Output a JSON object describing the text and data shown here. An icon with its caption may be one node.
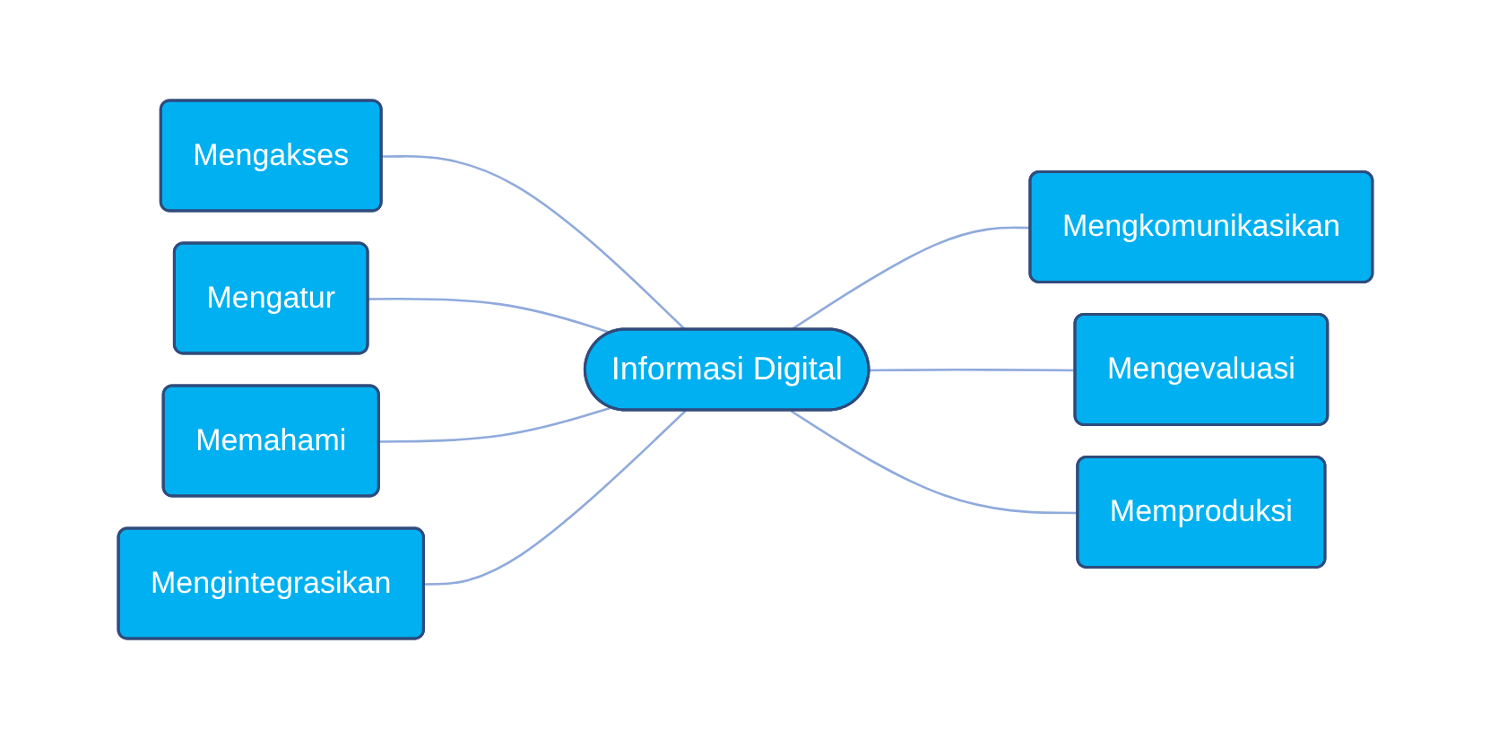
{
  "diagram": {
    "nodes": [
      {
        "text": [
          "Informasi Digital"
        ]
      },
      {
        "text": [
          "Mengakses"
        ]
      },
      {
        "text": [
          "Mengatur"
        ]
      },
      {
        "text": [
          "Memahami"
        ]
      },
      {
        "text": [
          "Mengintegrasikan"
        ]
      },
      {
        "text": [
          "Mengkomunikasikan"
        ]
      },
      {
        "text": [
          "Mengevaluasi"
        ]
      },
      {
        "text": [
          "Memproduksi"
        ]
      }
    ],
    "edges": [
      {
        "from": 1,
        "to": 0,
        "arrow": "none"
      },
      {
        "from": 2,
        "to": 0,
        "arrow": "none"
      },
      {
        "from": 3,
        "to": 0,
        "arrow": "none"
      },
      {
        "from": 4,
        "to": 0,
        "arrow": "none"
      },
      {
        "from": 0,
        "to": 5,
        "arrow": "none"
      },
      {
        "from": 0,
        "to": 6,
        "arrow": "none"
      },
      {
        "from": 0,
        "to": 7,
        "arrow": "none"
      }
    ]
  }
}
